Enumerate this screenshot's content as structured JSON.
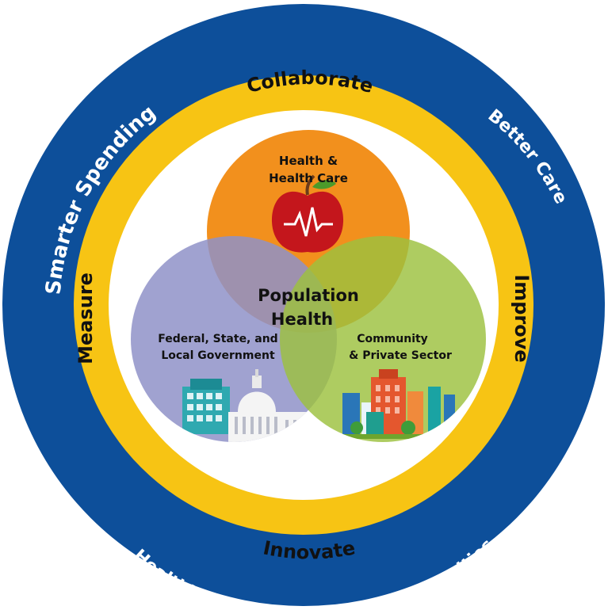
{
  "outer_ring": {
    "top_left": "Smarter Spending",
    "top_right": "Better Care",
    "bottom": "Healthier People, Healthier Communities"
  },
  "inner_ring": {
    "top": "Collaborate",
    "left": "Measure",
    "right": "Improve",
    "bottom": "Innovate"
  },
  "circles": {
    "top": {
      "line1": "Health &",
      "line2": "Health Care",
      "icon": "apple-heartbeat-icon"
    },
    "left": {
      "line1": "Federal, State, and",
      "line2": "Local Government",
      "icon": "government-buildings-icon"
    },
    "right": {
      "line1": "Community",
      "line2": "& Private Sector",
      "icon": "city-buildings-icon"
    }
  },
  "center": {
    "line1": "Population",
    "line2": "Health"
  },
  "colors": {
    "outer_ring": "#0d4f9a",
    "inner_ring": "#f7c414",
    "white": "#ffffff",
    "orange": "#f2901d",
    "purple": "#8f92c8",
    "green": "#9cc13e"
  }
}
